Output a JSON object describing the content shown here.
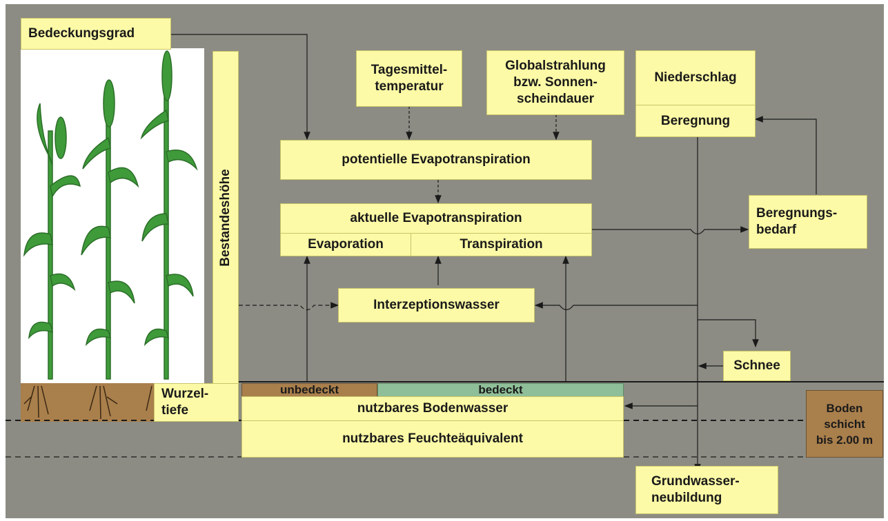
{
  "labels": {
    "bedeckungsgrad": "Bedeckungsgrad",
    "bestandeshoehe": "Bestandeshöhe",
    "tagesmittel": "Tagesmittel-\ntemperatur",
    "globalstrahlung": "Globalstrahlung\nbzw. Sonnen-\nscheindauer",
    "niederschlag": "Niederschlag",
    "beregnung": "Beregnung",
    "pot_evapo": "potentielle Evapotranspiration",
    "akt_evapo": "aktuelle Evapotranspiration",
    "evaporation": "Evaporation",
    "transpiration": "Transpiration",
    "beregnungsbedarf": "Beregnungs-\nbedarf",
    "interzeption": "Interzeptionswasser",
    "schnee": "Schnee",
    "wurzeltiefe": "Wurzel-\ntiefe",
    "unbedeckt": "unbedeckt",
    "bedeckt": "bedeckt",
    "bodenwasser": "nutzbares Bodenwasser",
    "feuchte": "nutzbares Feuchteäquivalent",
    "bodenschicht": "Boden\nschicht\nbis 2.00 m",
    "grundwasser": "Grundwasser-\nneubildung"
  },
  "colors": {
    "background": "#8c8c84",
    "box": "#fcfaa6",
    "unbedeckt": "#a97f4c",
    "bedeckt": "#8fbf98",
    "soil_layer": "#a97f4c",
    "plant": "#3f9a3a"
  }
}
